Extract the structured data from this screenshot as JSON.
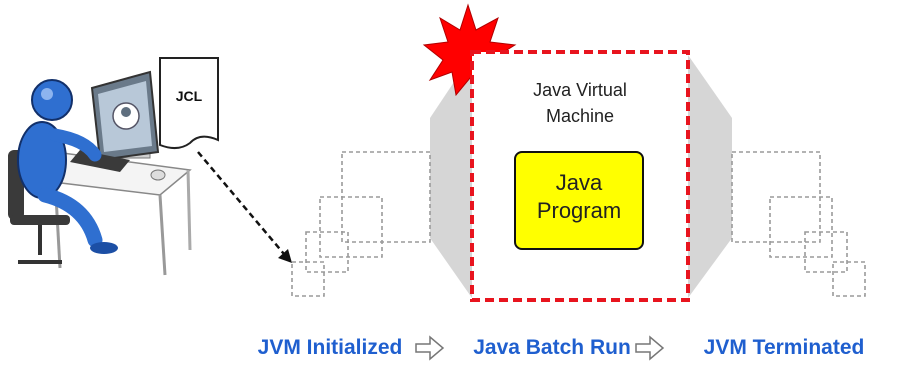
{
  "document": {
    "label": "JCL"
  },
  "jvm": {
    "title_line1": "Java Virtual",
    "title_line2": "Machine"
  },
  "program": {
    "line1": "Java",
    "line2": "Program"
  },
  "phases": [
    "JVM Initialized",
    "Java Batch Run",
    "JVM Terminated"
  ],
  "colors": {
    "phase_text": "#1f5fcf",
    "program_fill": "#ffff00",
    "jvm_border": "#e8141e",
    "burst_fill": "#ff0000",
    "gray_wedge": "#d6d6d6",
    "person_blue": "#2f6fd0"
  }
}
